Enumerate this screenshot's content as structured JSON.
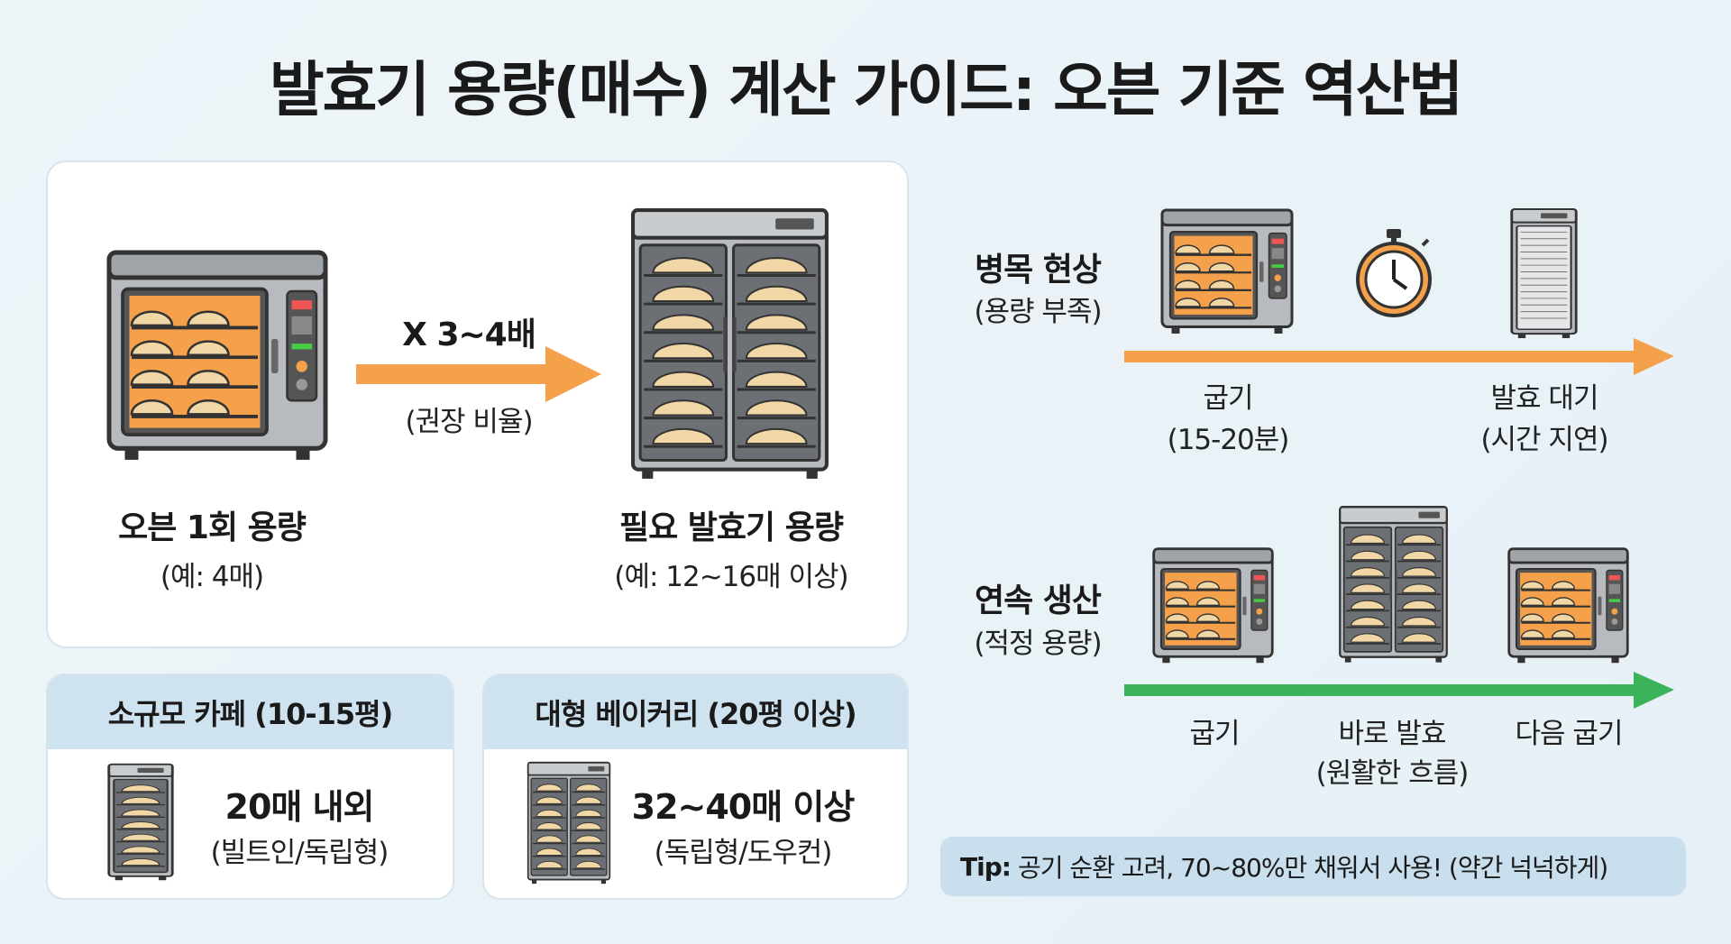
{
  "title": "발효기 용량(매수) 계산 가이드: 오븐 기준 역산법",
  "main": {
    "oven_label": "오븐 1회 용량",
    "oven_example": "(예: 4매)",
    "multiplier": "X 3~4배",
    "multiplier_note": "(권장 비율)",
    "proofer_label": "필요 발효기 용량",
    "proofer_example": "(예: 12~16매 이상)"
  },
  "cards": [
    {
      "header": "소규모 카페 (10-15평)",
      "value": "20매 내외",
      "type": "(빌트인/독립형)"
    },
    {
      "header": "대형 베이커리 (20평 이상)",
      "value": "32~40매 이상",
      "type": "(독립형/도우컨)"
    }
  ],
  "bottleneck": {
    "title": "병목 현상",
    "subtitle": "(용량 부족)",
    "step1": "굽기",
    "step1_note": "(15-20분)",
    "step2": "발효 대기",
    "step2_note": "(시간 지연)",
    "arrow_color": "#f5a04a"
  },
  "continuous": {
    "title": "연속 생산",
    "subtitle": "(적정 용량)",
    "step1": "굽기",
    "step2": "바로 발효",
    "step2_note": "(원활한 흐름)",
    "step3": "다음 굽기",
    "arrow_color": "#3bb35a"
  },
  "tip": {
    "label": "Tip:",
    "text": "공기 순환 고려, 70~80%만 채워서 사용! (약간 넉넉하게)"
  },
  "colors": {
    "oven_interior": "#f5a04a",
    "steel": "#a9adb1",
    "bread": "#f1d7a5"
  }
}
